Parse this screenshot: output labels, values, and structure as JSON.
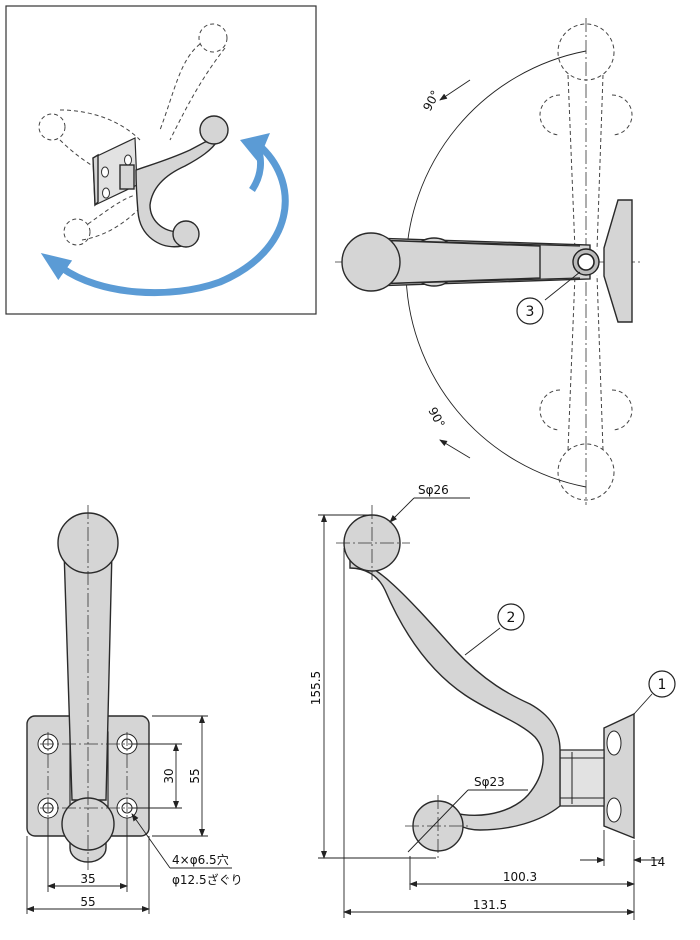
{
  "callouts": {
    "c1": "1",
    "c2": "2",
    "c3": "3"
  },
  "angles": {
    "upper": "90°",
    "lower": "90°"
  },
  "dimensions": {
    "sphere_top": "Sφ26",
    "sphere_bottom": "Sφ23",
    "height": "155.5",
    "reach_hook": "100.3",
    "reach_total": "131.5",
    "plate_thickness": "14",
    "front_hole_pitch_v": "30",
    "front_plate_height": "55",
    "front_hole_pitch_h": "35",
    "front_plate_width": "55",
    "hole_note_1": "4×φ6.5穴",
    "hole_note_2": "φ12.5ざぐり"
  },
  "colors": {
    "arrow": "#5b9bd5",
    "part_fill": "#d5d5d5"
  }
}
